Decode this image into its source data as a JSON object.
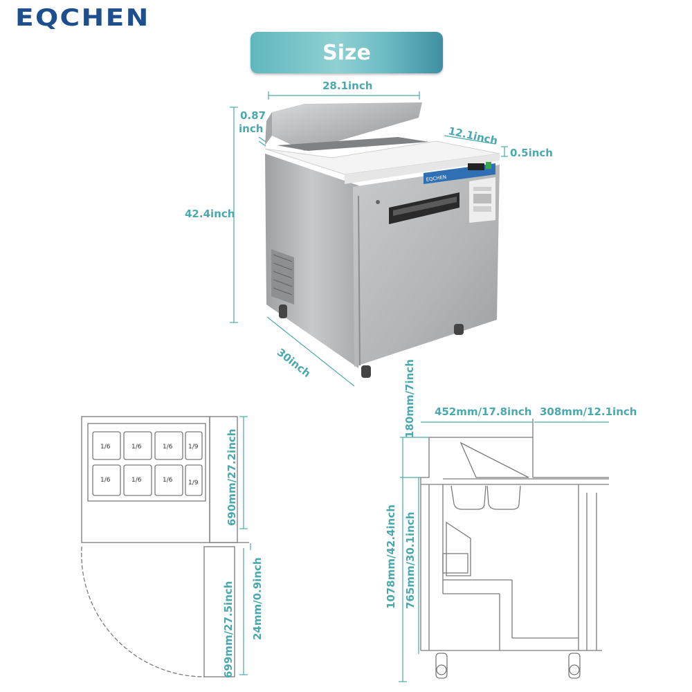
{
  "brand": {
    "logo_text": "EQCHEN",
    "panel_brand": "EQCHEN"
  },
  "banner": {
    "title": "Size"
  },
  "colors": {
    "accent": "#4aa9ad",
    "brand_blue": "#1d4f8f",
    "steel": "#b9babb"
  },
  "photo_dims": {
    "width": "28.1inch",
    "lid_top_value": "0.87",
    "lid_top_unit": "inch",
    "height": "42.4inch",
    "cutting_board_depth": "12.1inch",
    "cutting_board_thickness": "0.5inch",
    "depth": "30inch"
  },
  "top_view": {
    "pans_row1": [
      "1/6",
      "1/6",
      "1/6",
      "1/9"
    ],
    "pans_row2": [
      "1/6",
      "1/6",
      "1/6",
      "1/9"
    ],
    "dim_pan_area": "690mm/27.2inch",
    "dim_door_depth": "699mm/27.5inch",
    "dim_door_gap": "24mm/0.9inch"
  },
  "side_view": {
    "dim_top": "180mm/7inch",
    "dim_pan_width": "452mm/17.8inch",
    "dim_board": "308mm/12.1inch",
    "dim_total_height": "1078mm/42.4inch",
    "dim_work_height": "765mm/30.1inch"
  }
}
